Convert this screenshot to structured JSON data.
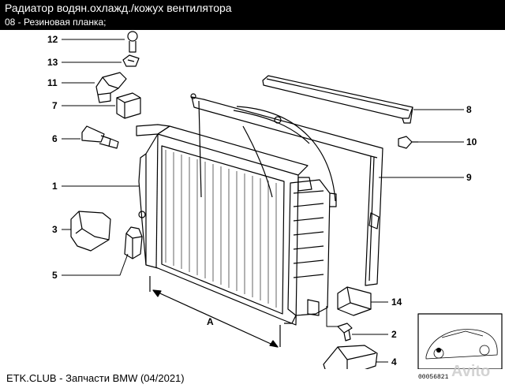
{
  "header": {
    "title": "Радиатор водян.охлажд./кожух вентилятора",
    "subtitle": "08 - Резиновая планка;"
  },
  "callouts": [
    "12",
    "13",
    "11",
    "7",
    "6",
    "1",
    "3",
    "5",
    "8",
    "10",
    "9",
    "14",
    "2",
    "4"
  ],
  "dimension_label": "A",
  "highlight_color": "#e0202a",
  "footer": {
    "source": "ETK.CLUB - Запчасти BMW (04/2021)",
    "diagram_number": "00056821",
    "watermark": "Avito"
  }
}
